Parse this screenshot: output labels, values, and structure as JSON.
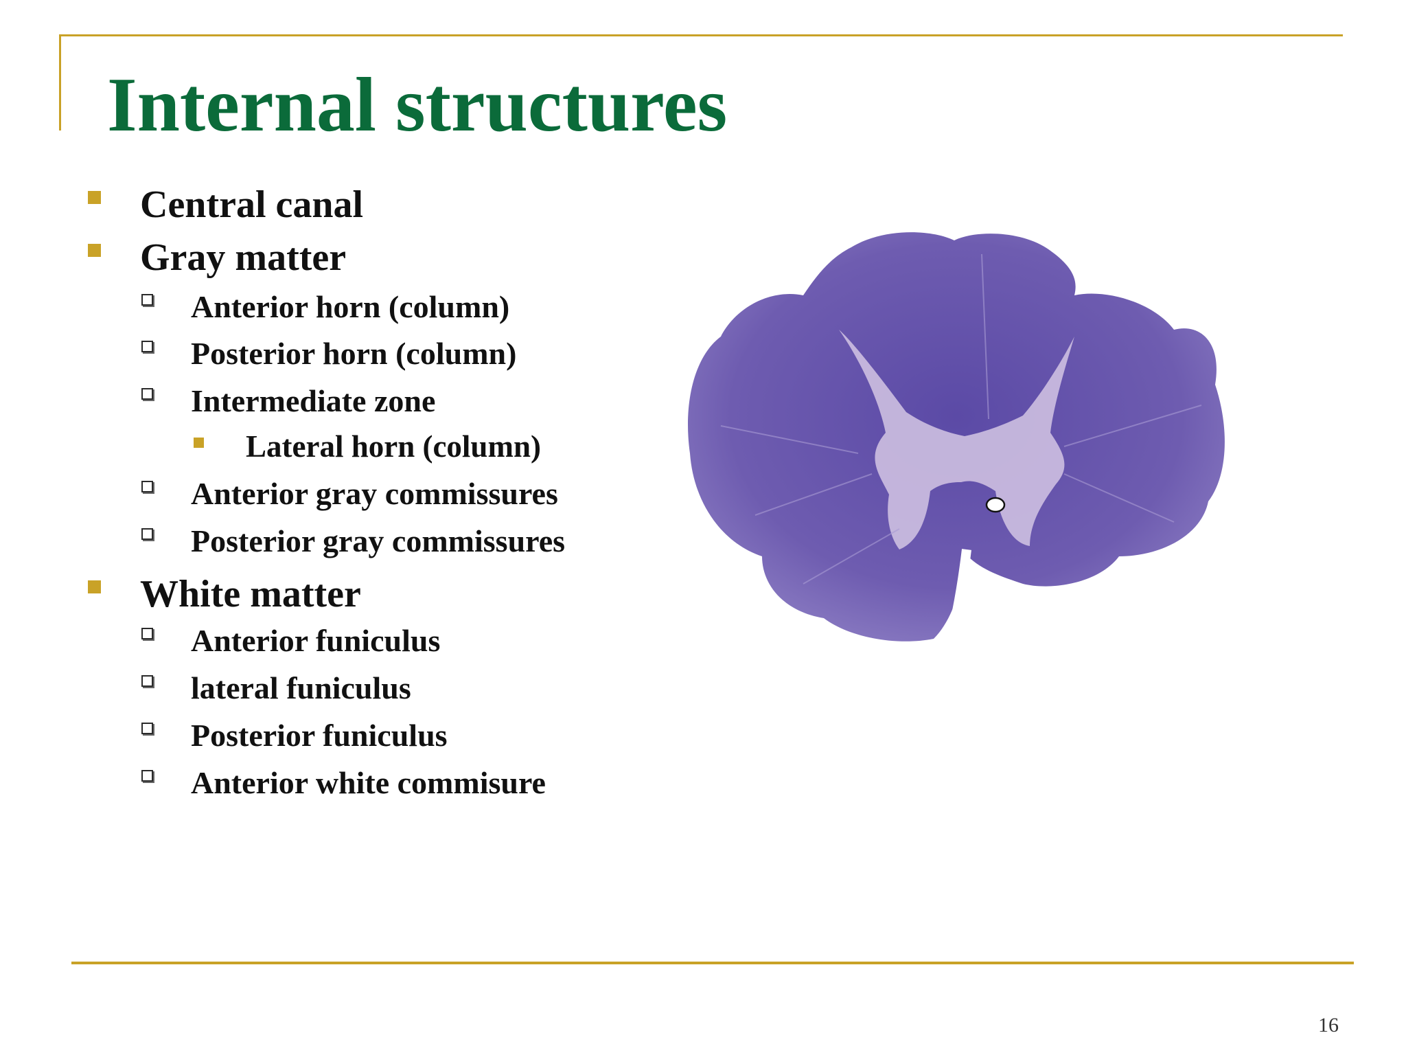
{
  "slide": {
    "title": "Internal structures",
    "page_number": "16",
    "accent_color": "#c9a227",
    "title_color": "#0b6b3a",
    "bullets": {
      "central_canal": "Central canal",
      "gray_matter": {
        "label": "Gray matter",
        "items": {
          "anterior_horn": "Anterior horn (column)",
          "posterior_horn": "Posterior horn (column)",
          "intermediate_zone": {
            "label": "Intermediate zone",
            "lateral_horn": "Lateral horn (column)"
          },
          "anterior_gray_commissures": "Anterior gray commissures",
          "posterior_gray_commissures": "Posterior gray commissures"
        }
      },
      "white_matter": {
        "label": "White matter",
        "items": {
          "anterior_funiculus": "Anterior funiculus",
          "lateral_funiculus": "lateral funiculus",
          "posterior_funiculus": "Posterior funiculus",
          "anterior_white_commisure": "Anterior white commisure"
        }
      }
    },
    "figure": {
      "stain_color": "#6e5cb0",
      "gray_matter_color": "#cbbde0"
    }
  }
}
